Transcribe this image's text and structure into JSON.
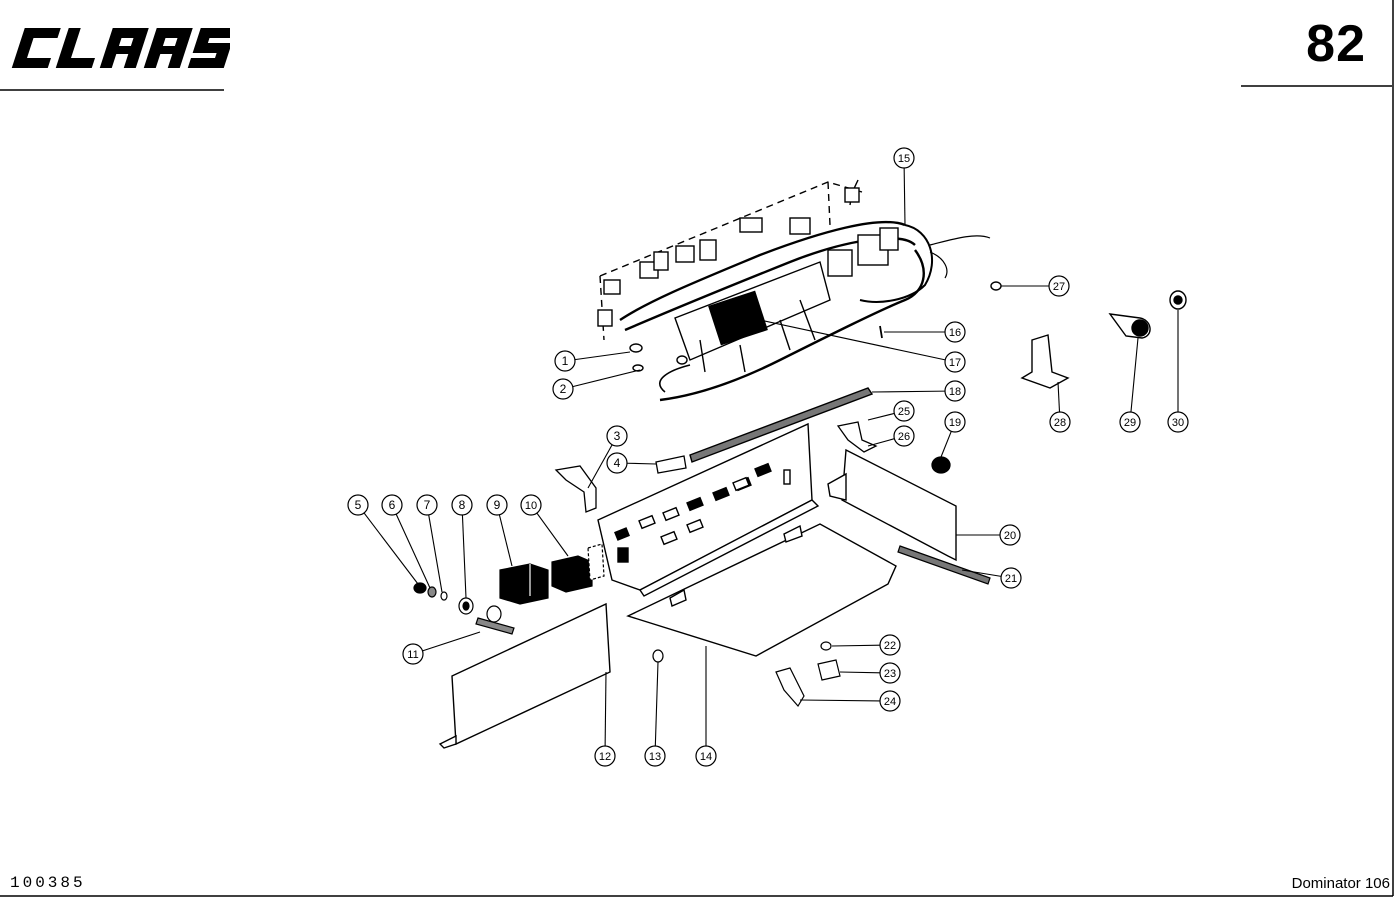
{
  "header": {
    "brand": "CLAAS",
    "page_number": "82"
  },
  "footer": {
    "drawing_code": "100385",
    "model": "Dominator 106"
  },
  "colors": {
    "ink": "#000000",
    "paper": "#ffffff",
    "grey": "#8a8a8a"
  },
  "callouts": [
    {
      "id": "c1",
      "label": "1"
    },
    {
      "id": "c2",
      "label": "2"
    },
    {
      "id": "c3",
      "label": "3"
    },
    {
      "id": "c4",
      "label": "4"
    },
    {
      "id": "c5",
      "label": "5"
    },
    {
      "id": "c6",
      "label": "6"
    },
    {
      "id": "c7",
      "label": "7"
    },
    {
      "id": "c8",
      "label": "8"
    },
    {
      "id": "c9",
      "label": "9"
    },
    {
      "id": "c10",
      "label": "10"
    },
    {
      "id": "c11",
      "label": "11"
    },
    {
      "id": "c12",
      "label": "12"
    },
    {
      "id": "c13",
      "label": "13"
    },
    {
      "id": "c14",
      "label": "14"
    },
    {
      "id": "c15",
      "label": "15"
    },
    {
      "id": "c16",
      "label": "16"
    },
    {
      "id": "c17",
      "label": "17"
    },
    {
      "id": "c18",
      "label": "18"
    },
    {
      "id": "c19",
      "label": "19"
    },
    {
      "id": "c20",
      "label": "20"
    },
    {
      "id": "c21",
      "label": "21"
    },
    {
      "id": "c22",
      "label": "22"
    },
    {
      "id": "c23",
      "label": "23"
    },
    {
      "id": "c24",
      "label": "24"
    },
    {
      "id": "c25",
      "label": "25"
    },
    {
      "id": "c26",
      "label": "26"
    },
    {
      "id": "c27",
      "label": "27"
    },
    {
      "id": "c28",
      "label": "28"
    },
    {
      "id": "c29",
      "label": "29"
    },
    {
      "id": "c30",
      "label": "30"
    }
  ]
}
